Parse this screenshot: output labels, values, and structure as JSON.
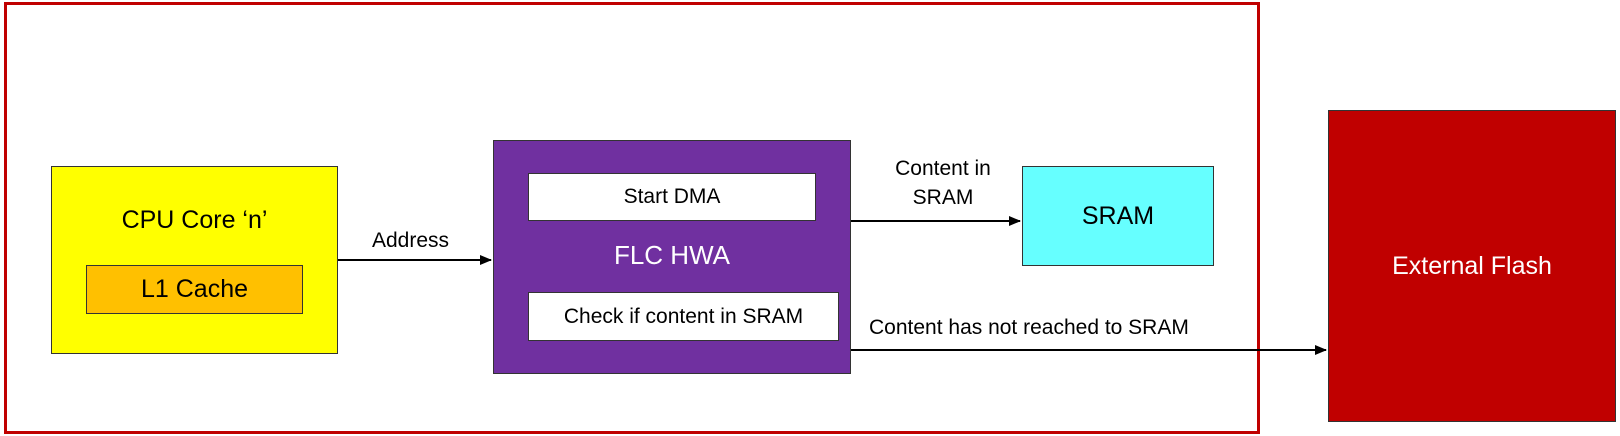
{
  "blocks": {
    "cpu_core": "CPU Core ‘n’",
    "l1_cache": "L1 Cache",
    "flc_hwa": "FLC HWA",
    "start_dma": "Start DMA",
    "check_content": "Check if content in SRAM",
    "sram": "SRAM",
    "external_flash": "External Flash"
  },
  "edges": {
    "address": "Address",
    "content_in_sram": "Content in SRAM",
    "content_not_reached": "Content has not reached to SRAM"
  },
  "colors": {
    "boundary": "#c00000",
    "cpu_core": "#ffff00",
    "l1_cache": "#ffc000",
    "flc_hwa": "#7030a0",
    "sram": "#66ffff",
    "external_flash": "#c00000"
  }
}
